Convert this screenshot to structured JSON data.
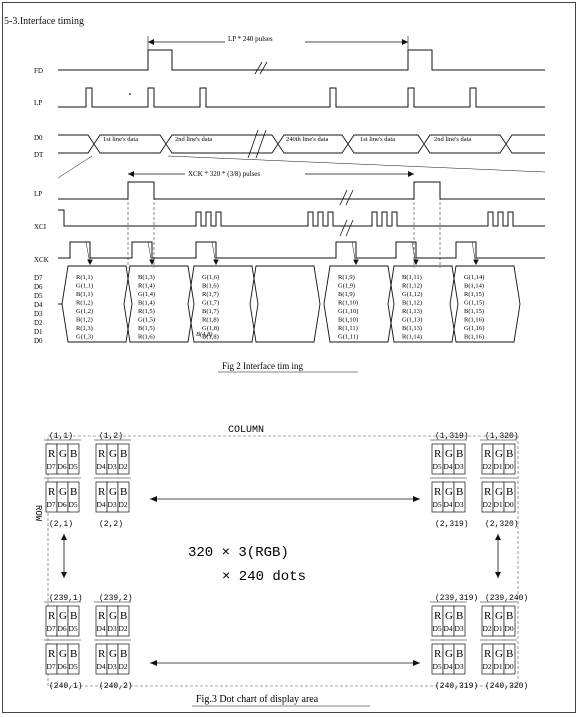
{
  "section_title": "5-3.Interface timing",
  "fig2": {
    "caption": "Fig 2    Interface tim ing",
    "signals": [
      "FD",
      "LP",
      "D0",
      "DT",
      "LP",
      "XCI",
      "XCK",
      "D7",
      "D6",
      "D5",
      "D4",
      "D3",
      "D2",
      "D1",
      "D0"
    ],
    "top_arrow_label": "LP * 240 pulses",
    "xck_arrow_label": "XCK * 320 * (3/8) pulses",
    "line_boxes": [
      "1st line's data",
      "2nd line's data",
      "240th line's data",
      "1st line's data",
      "2nd line's data"
    ],
    "data_blocks": [
      [
        "R(1,1)",
        "G(1,1)",
        "B(1,1)",
        "R(1,2)",
        "G(1,2)",
        "B(1,2)",
        "R(1,3)",
        "G(1,3)"
      ],
      [
        "B(1,3)",
        "R(1,4)",
        "G(1,4)",
        "B(1,4)",
        "R(1,5)",
        "G(1,5)",
        "B(1,5)",
        "R(1,6)"
      ],
      [
        "G(1,6)",
        "B(1,6)",
        "R(1,7)",
        "G(1,7)",
        "B(1,7)",
        "R(1,8)",
        "G(1,8)",
        "B(1,8)"
      ],
      [],
      [
        "R(1,9)",
        "G(1,9)",
        "B(1,9)",
        "R(1,10)",
        "G(1,10)",
        "B(1,10)",
        "R(1,11)",
        "G(1,11)"
      ],
      [
        "B(1,11)",
        "R(1,12)",
        "G(1,12)",
        "B(1,12)",
        "R(1,13)",
        "G(1,13)",
        "B(1,13)",
        "R(1,14)"
      ],
      [
        "G(1,14)",
        "B(1,14)",
        "R(1,15)",
        "G(1,15)",
        "B(1,15)",
        "R(1,16)",
        "G(1,16)",
        "B(1,16)"
      ]
    ],
    "handwritten_note": "B(4,8)"
  },
  "fig3": {
    "caption": "Fig.3 Dot chart of display area",
    "column_label": "COLUMN",
    "row_label": "ROW",
    "center_line1": "320 × 3(RGB)",
    "center_line2": "× 240 dots",
    "rgb": [
      "R",
      "G",
      "B"
    ],
    "cells": [
      {
        "top": "(1,1)",
        "bits": [
          "D7",
          "D6",
          "D5"
        ]
      },
      {
        "top": "(1,2)",
        "bits": [
          "D4",
          "D3",
          "D2"
        ]
      },
      {
        "top": "(1,319)",
        "bits": [
          "D5",
          "D4",
          "D3"
        ]
      },
      {
        "top": "(1,320)",
        "bits": [
          "D2",
          "D1",
          "D0"
        ]
      },
      {
        "bottom": "(2,1)",
        "bits": [
          "D7",
          "D6",
          "D5"
        ]
      },
      {
        "bottom": "(2,2)",
        "bits": [
          "D4",
          "D3",
          "D2"
        ]
      },
      {
        "bottom": "(2,319)",
        "bits": [
          "D5",
          "D4",
          "D3"
        ]
      },
      {
        "bottom": "(2,320)",
        "bits": [
          "D2",
          "D1",
          "D0"
        ]
      },
      {
        "top": "(239,1)",
        "bits": [
          "D7",
          "D6",
          "D5"
        ]
      },
      {
        "top": "(239,2)",
        "bits": [
          "D4",
          "D3",
          "D2"
        ]
      },
      {
        "top": "(239,319)",
        "bits": [
          "D5",
          "D4",
          "D3"
        ]
      },
      {
        "top": "(239,240)",
        "bits": [
          "D2",
          "D1",
          "D0"
        ]
      },
      {
        "bottom": "(240,1)",
        "bits": [
          "D7",
          "D6",
          "D5"
        ]
      },
      {
        "bottom": "(240,2)",
        "bits": [
          "D4",
          "D3",
          "D2"
        ]
      },
      {
        "bottom": "(240,319)",
        "bits": [
          "D5",
          "D4",
          "D3"
        ]
      },
      {
        "bottom": "(240,320)",
        "bits": [
          "D2",
          "D1",
          "D0"
        ]
      }
    ]
  }
}
